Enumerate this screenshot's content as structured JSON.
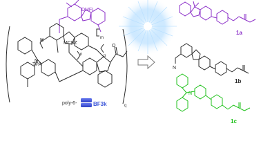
{
  "labels": {
    "dmfl": "DMFL",
    "mcbz": "MCBZ",
    "tpa": "TPA",
    "bf3k": "BF3k",
    "poly": "poly-6-",
    "m": "m",
    "n": "n",
    "p": "p",
    "q": "q",
    "n_methyl": "N",
    "n_tpa": "N",
    "c1a": "1a",
    "c1b": "1b",
    "c1c": "1c",
    "o": "O"
  },
  "colors": {
    "purple": "#8b2fc8",
    "black": "#2b2b2b",
    "green": "#22c21e",
    "blue": "#3a55d9",
    "gray": "#7a7a7a",
    "star": "#9fd3ff"
  },
  "icons": {
    "arrow": "open-right-arrow-icon",
    "star": "sparkle-star-icon"
  }
}
